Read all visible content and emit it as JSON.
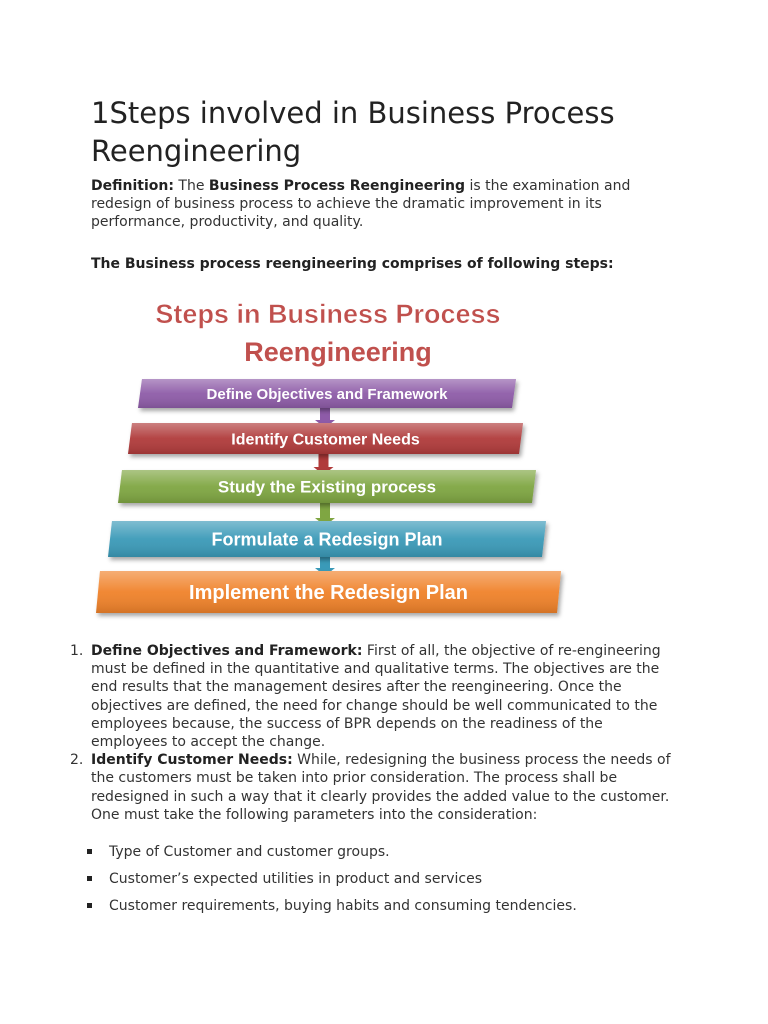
{
  "title": "1Steps involved in Business Process Reengineering",
  "definition": {
    "label": "Definition:",
    "pre": " The ",
    "term": "Business Process Reengineering",
    "text": " is the examination and redesign of business process to achieve the dramatic improvement in its performance, productivity, and quality."
  },
  "steps_intro": "The Business process reengineering comprises of following steps:",
  "diagram": {
    "title_line1": "Steps in Business Process",
    "title_line2": "Reengineering",
    "title_color": "#c0504d",
    "steps": [
      {
        "label": "Define Objectives and Framework",
        "color": "#8e5ba8"
      },
      {
        "label": "Identify Customer Needs",
        "color": "#b03a3a"
      },
      {
        "label": "Study the Existing process",
        "color": "#7fa642"
      },
      {
        "label": "Formulate a Redesign Plan",
        "color": "#3a9ab8"
      },
      {
        "label": "Implement the Redesign Plan",
        "color": "#f0822a"
      }
    ]
  },
  "numbered_items": [
    {
      "number": "1.",
      "heading": "Define Objectives and Framework:",
      "text": " First of all, the objective of re-engineering must be defined in the quantitative and qualitative terms. The objectives are the end results that the management desires after the reengineering. Once the objectives are defined, the need for change should be well communicated to the employees because, the success of BPR depends on the readiness of the employees to accept the change."
    },
    {
      "number": "2.",
      "heading": "Identify Customer Needs:",
      "text": " While, redesigning the business process the needs of the customers must be taken into prior consideration. The process shall be redesigned in such a way that it clearly provides the added value to the customer. One must take the following parameters into the consideration:"
    }
  ],
  "bullets": [
    "Type of Customer and customer groups.",
    "Customer’s expected utilities in product and services",
    "Customer requirements, buying habits and consuming tendencies."
  ]
}
